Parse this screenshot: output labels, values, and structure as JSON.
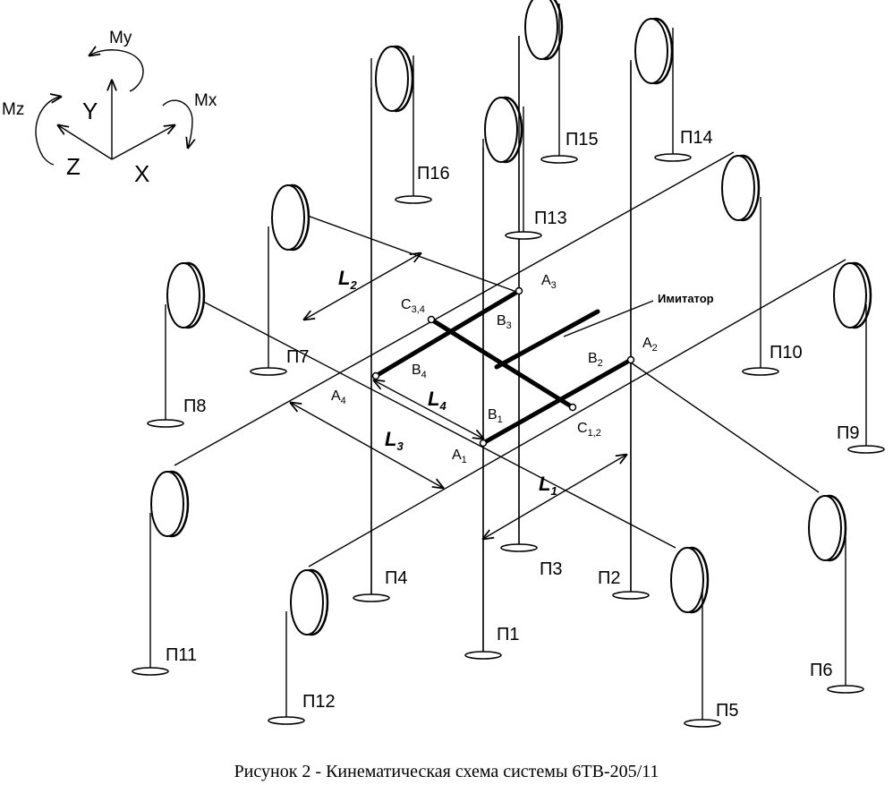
{
  "caption": "Рисунок 2 - Кинематическая схема системы 6ТВ-205/11",
  "axes": {
    "x": "X",
    "y": "Y",
    "z": "Z",
    "mx": "Mx",
    "my": "My",
    "mz": "Mz"
  },
  "simulator_label": "Имитатор",
  "weights": [
    {
      "name": "П1"
    },
    {
      "name": "П2"
    },
    {
      "name": "П3"
    },
    {
      "name": "П4"
    },
    {
      "name": "П5"
    },
    {
      "name": "П6"
    },
    {
      "name": "П7"
    },
    {
      "name": "П8"
    },
    {
      "name": "П9"
    },
    {
      "name": "П10"
    },
    {
      "name": "П11"
    },
    {
      "name": "П12"
    },
    {
      "name": "П13"
    },
    {
      "name": "П14"
    },
    {
      "name": "П15"
    },
    {
      "name": "П16"
    }
  ],
  "points": {
    "a1": {
      "main": "A",
      "sub": "1"
    },
    "a2": {
      "main": "A",
      "sub": "2"
    },
    "a3": {
      "main": "A",
      "sub": "3"
    },
    "a4": {
      "main": "A",
      "sub": "4"
    },
    "b1": {
      "main": "B",
      "sub": "1"
    },
    "b2": {
      "main": "B",
      "sub": "2"
    },
    "b3": {
      "main": "B",
      "sub": "3"
    },
    "b4": {
      "main": "B",
      "sub": "4"
    },
    "c12": {
      "main": "C",
      "sub": "1,2"
    },
    "c34": {
      "main": "C",
      "sub": "3,4"
    }
  },
  "dimensions": {
    "l1": {
      "main": "L",
      "sub": "1"
    },
    "l2": {
      "main": "L",
      "sub": "2"
    },
    "l3": {
      "main": "L",
      "sub": "3"
    },
    "l4": {
      "main": "L",
      "sub": "4"
    }
  }
}
